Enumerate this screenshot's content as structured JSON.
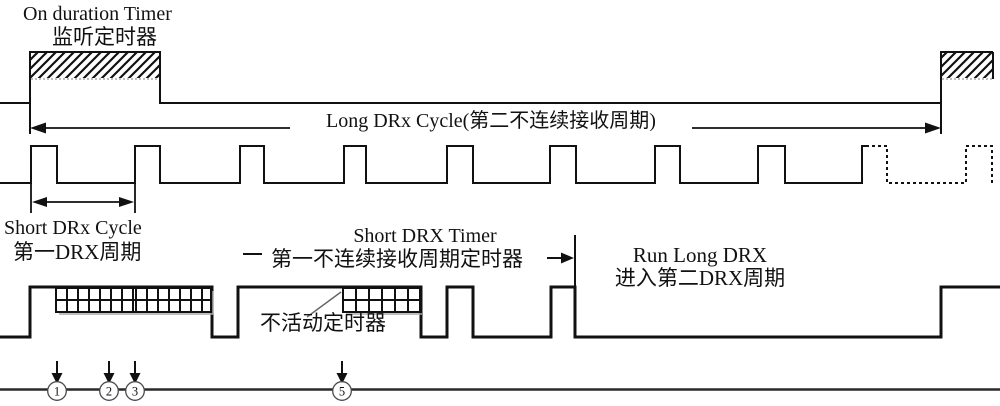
{
  "figure": {
    "type": "drx-timing-diagram",
    "colors": {
      "ink": "#111111",
      "shadow": "#a8a8a8",
      "background": "#ffffff"
    },
    "labels": {
      "on_duration_timer_en": "On duration Timer",
      "on_duration_timer_zh": "监听定时器",
      "long_drx_cycle": "Long DRx Cycle(第二不连续接收周期)",
      "short_drx_cycle_en": "Short DRx Cycle",
      "short_drx_cycle_zh": "第一DRX周期",
      "short_drx_timer_en": "Short DRX Timer",
      "short_drx_timer_zh": "第一不连续接收周期定时器",
      "run_long_drx_en": "Run Long DRX",
      "run_long_drx_zh": "进入第二DRX周期",
      "inactivity_timer_zh": "不活动定时器"
    },
    "event_markers": [
      {
        "label": "1"
      },
      {
        "label": "2"
      },
      {
        "label": "3"
      },
      {
        "label": "5"
      }
    ]
  }
}
